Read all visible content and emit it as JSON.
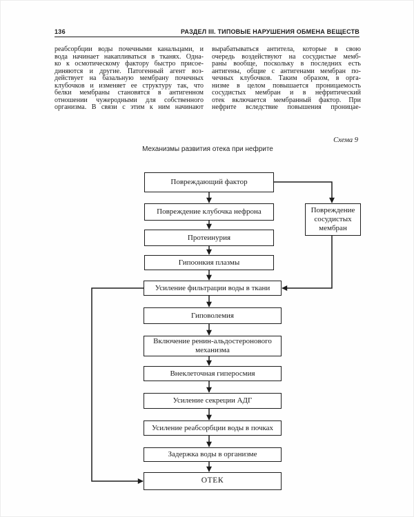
{
  "header": {
    "page_number": "136",
    "section_title": "РАЗДЕЛ III. ТИПОВЫЕ НАРУШЕНИЯ ОБМЕНА ВЕЩЕСТВ"
  },
  "body_text": {
    "left_lines": [
      "реабсорбции воды почечными канальцами, и",
      "вода начинает накапливаться в тканях. Одна-",
      "ко к осмотическому фактору быстро присое-",
      "диняются и другие. Патогенный агент воз-",
      "действует на базальную мембрану почечных",
      "клубочков и изменяет ее структуру так, что",
      "белки мембраны становятся в антигенном",
      "отношении чужеродными для собственного",
      "организма. В связи с этим к ним начинают"
    ],
    "right_lines": [
      "вырабатываться антитела, которые в свою",
      "очередь воздействуют на сосудистые мемб-",
      "раны вообще, поскольку в последних есть",
      "антигены, общие с антигенами мембран по-",
      "чечных клубочков. Таким образом, в орга-",
      "низме в целом повышается проницаемость",
      "сосудистых мембран и в нефритический",
      "отек включается мембранный фактор. При",
      "нефрите вследствие повышения проницае-"
    ]
  },
  "schema_label": "Схема 9",
  "diagram": {
    "title": "Механизмы развития отека при нефрите",
    "ink_color": "#1c1c1c",
    "boxes": [
      {
        "id": "damaging-factor",
        "label": "Повреждающий фактор"
      },
      {
        "id": "nephron-glomerulus-damage",
        "label": "Повреждение клубочка нефрона"
      },
      {
        "id": "proteinuria",
        "label": "Протеинурия"
      },
      {
        "id": "plasma-hypoonkia",
        "label": "Гипоонкия плазмы"
      },
      {
        "id": "increased-water-filtration",
        "label": "Усиление фильтрации воды в ткани"
      },
      {
        "id": "hypovolemia",
        "label": "Гиповолемия"
      },
      {
        "id": "renin-aldosterone-mechanism",
        "label": "Включение ренин-альдостеронового механизма"
      },
      {
        "id": "extracellular-hyperosmia",
        "label": "Внеклеточная гиперосмия"
      },
      {
        "id": "adh-secretion",
        "label": "Усиление секреции АДГ"
      },
      {
        "id": "water-reabsorption-kidneys",
        "label": "Усиление реабсорбции воды в почках"
      },
      {
        "id": "water-retention",
        "label": "Задержка воды в организме"
      },
      {
        "id": "edema",
        "label": "ОТЕК"
      },
      {
        "id": "vascular-membrane-damage",
        "label": "Повреждение сосудистых мембран"
      }
    ]
  }
}
